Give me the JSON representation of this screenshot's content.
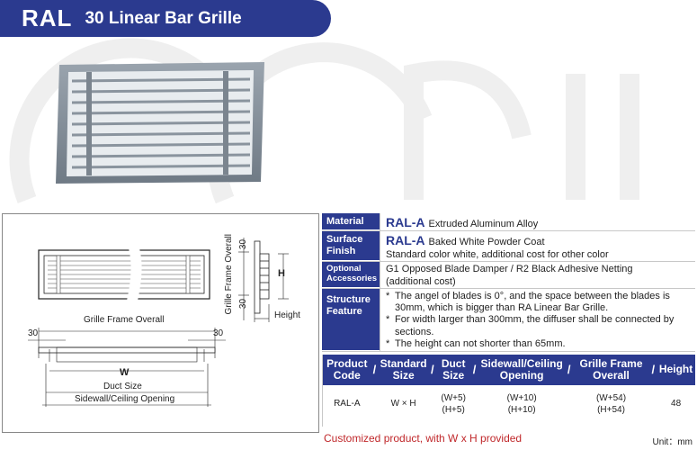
{
  "header": {
    "code": "RAL",
    "title": "30 Linear Bar Grille"
  },
  "drawing": {
    "labels": {
      "grille_frame_overall_vertical": "Grille Frame Overall",
      "thirty_top": "30",
      "thirty_bottom": "30",
      "h": "H",
      "height": "Height",
      "grille_frame_overall": "Grille Frame Overall",
      "left_30": "30",
      "right_30": "30",
      "w": "W",
      "duct_size": "Duct Size",
      "sidewall_opening": "Sidewall/Ceiling Opening"
    }
  },
  "spec": {
    "material": {
      "key": "Material",
      "model": "RAL-A",
      "text": "Extruded Aluminum Alloy"
    },
    "finish": {
      "key": "Surface Finish",
      "model": "RAL-A",
      "text": "Baked White Powder Coat",
      "text2": "Standard color white, additional cost for other color"
    },
    "accessories": {
      "key": "Optional Accessories",
      "text": "G1 Opposed Blade Damper / R2 Black Adhesive Netting",
      "text2": "(additional cost)"
    },
    "structure": {
      "key": "Structure Feature",
      "notes": [
        "The angel of blades is 0°, and the space between the blades is 30mm, which is bigger than RA Linear Bar Grille.",
        "For width larger than 300mm, the diffuser shall be connected by sections.",
        "The height can not shorter than 65mm."
      ],
      "mark": "*"
    }
  },
  "size_table": {
    "headers": [
      "Product Code",
      "Standard Size",
      "Duct Size",
      "Sidewall/Ceiling Opening",
      "Grille Frame Overall",
      "Height"
    ],
    "separator": "/",
    "row": {
      "code": "RAL-A",
      "standard": "W × H",
      "duct_w": "(W+5)",
      "duct_h": "(H+5)",
      "open_w": "(W+10)",
      "open_h": "(H+10)",
      "frame_w": "(W+54)",
      "frame_h": "(H+54)",
      "height": "48"
    }
  },
  "footer": {
    "note": "Customized product, with W x H provided",
    "unit": "Unit：mm"
  },
  "colors": {
    "brand": "#2b3a8f",
    "accent_red": "#c0282b"
  }
}
